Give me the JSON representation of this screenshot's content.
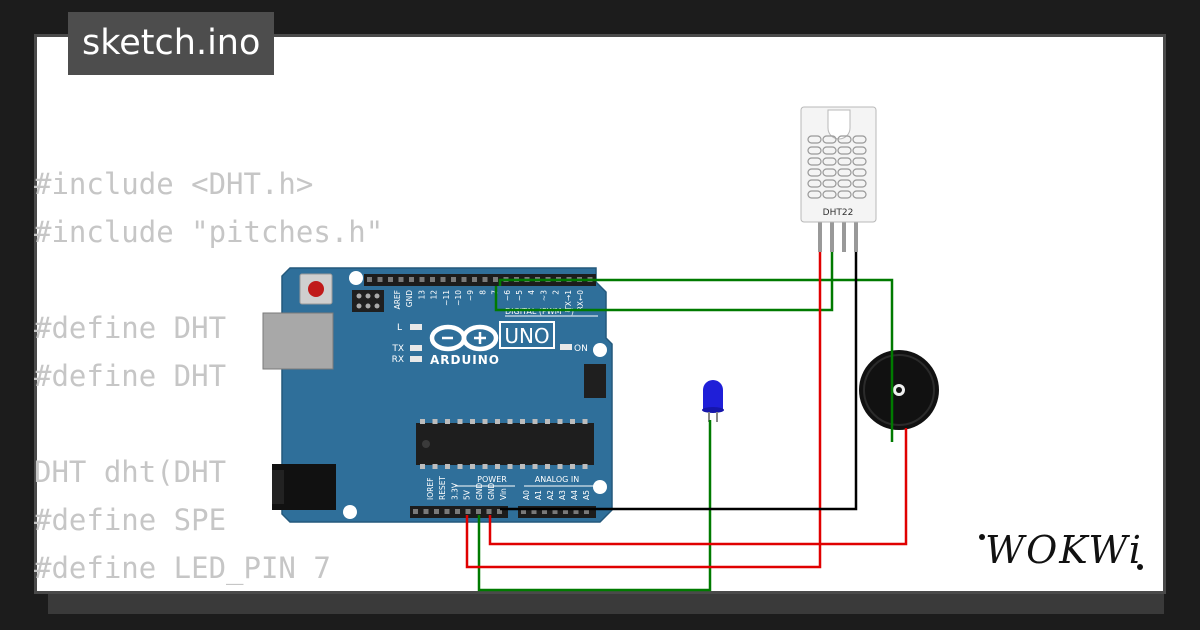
{
  "tab": {
    "title": "sketch.ino"
  },
  "code_lines": [
    "",
    "#include <DHT.h>",
    "#include \"pitches.h\"",
    "",
    "#define DHT",
    "#define DHT",
    "",
    "DHT dht(DHT",
    "#define SPE",
    "#define LED_PIN 7"
  ],
  "arduino": {
    "brand": "ARDUINO",
    "model": "UNO",
    "digital_label": "DIGITAL (PWM ~)",
    "power_label": "POWER",
    "analog_label": "ANALOG IN",
    "led_labels": {
      "l": "L",
      "tx": "TX",
      "rx": "RX",
      "on": "ON"
    },
    "digital_pins": [
      "AREF",
      "GND",
      "13",
      "12",
      "~11",
      "~10",
      "~9",
      "8",
      "7",
      "~6",
      "~5",
      "4",
      "~3",
      "2",
      "TX→1",
      "RX←0"
    ],
    "power_pins": [
      "IOREF",
      "RESET",
      "3.3V",
      "5V",
      "GND",
      "GND",
      "Vin"
    ],
    "analog_pins": [
      "A0",
      "A1",
      "A2",
      "A3",
      "A4",
      "A5"
    ],
    "board_color": "#2f6f9a"
  },
  "sensor": {
    "label": "DHT22"
  },
  "wire_colors": {
    "red": "#e00000",
    "green": "#007a00",
    "black": "#000000"
  },
  "logo": {
    "text": "WOKWi"
  }
}
